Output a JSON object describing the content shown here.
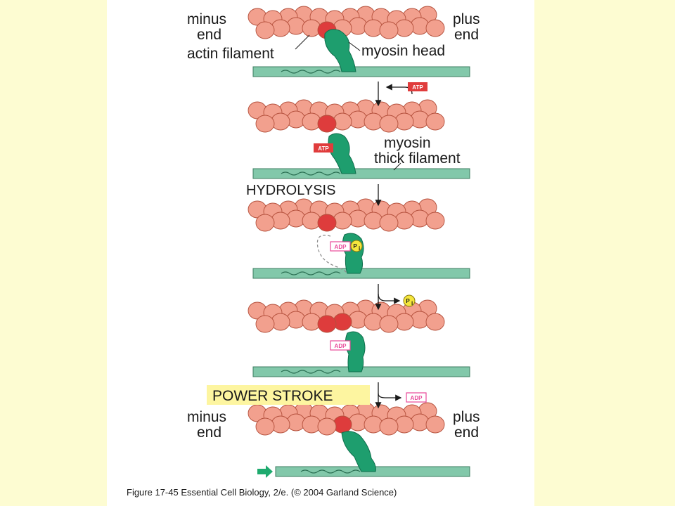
{
  "labels": {
    "minus_end": [
      "minus",
      "end"
    ],
    "plus_end": [
      "plus",
      "end"
    ],
    "actin_filament": "actin filament",
    "myosin_head": "myosin head",
    "myosin_thick_filament": [
      "myosin",
      "thick filament"
    ],
    "hydrolysis": "HYDROLYSIS",
    "power_stroke": "POWER STROKE"
  },
  "molecules": {
    "atp": "ATP",
    "adp": "ADP",
    "pi": "P",
    "pi_sub": "i"
  },
  "caption": "Figure 17-45   Essential Cell Biology, 2/e. (© 2004 Garland Science)",
  "colors": {
    "slide_bg": "#fdfcd2",
    "panel_bg": "#ffffff",
    "actin": "#f2a08e",
    "actin_outline": "#b4503c",
    "actin_highlight": "#de3c3c",
    "myosin": "#1e9e6e",
    "thick_filament": "#82c8aa",
    "atp_red": "#e03c3c",
    "adp_pink": "#e84a9a",
    "pi_yellow": "#f5e63c",
    "power_stroke_highlight": "#fdf5a0",
    "arrow_green": "#1eaa6e"
  },
  "icons": {
    "arrow": "arrow-icon",
    "motion": "motion-arrow-icon"
  }
}
